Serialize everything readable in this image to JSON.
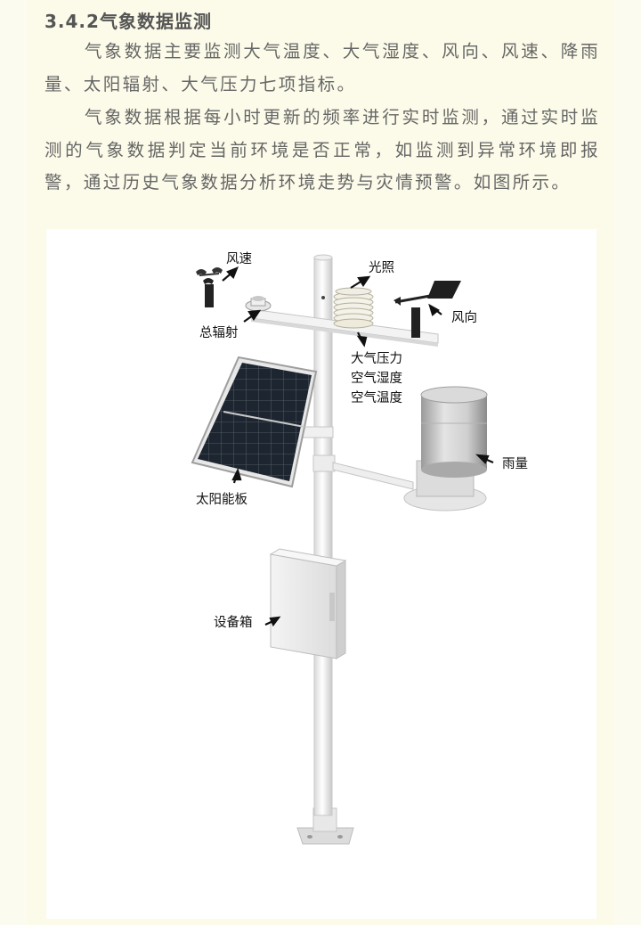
{
  "section": {
    "heading": "3.4.2气象数据监测",
    "paragraphs": [
      "气象数据主要监测大气温度、大气湿度、风向、风速、降雨量、太阳辐射、大气压力七项指标。",
      "气象数据根据每小时更新的频率进行实时监测，通过实时监测的气象数据判定当前环境是否正常，如监测到异常环境即报警，通过历史气象数据分析环境走势与灾情预警。如图所示。"
    ]
  },
  "figure": {
    "labels": {
      "wind_speed": "风速",
      "light": "光照",
      "total_radiation": "总辐射",
      "wind_direction": "风向",
      "pressure": "大气压力",
      "air_humidity": "空气湿度",
      "air_temperature": "空气温度",
      "rain": "雨量",
      "solar_panel": "太阳能板",
      "equipment_box": "设备箱"
    }
  }
}
